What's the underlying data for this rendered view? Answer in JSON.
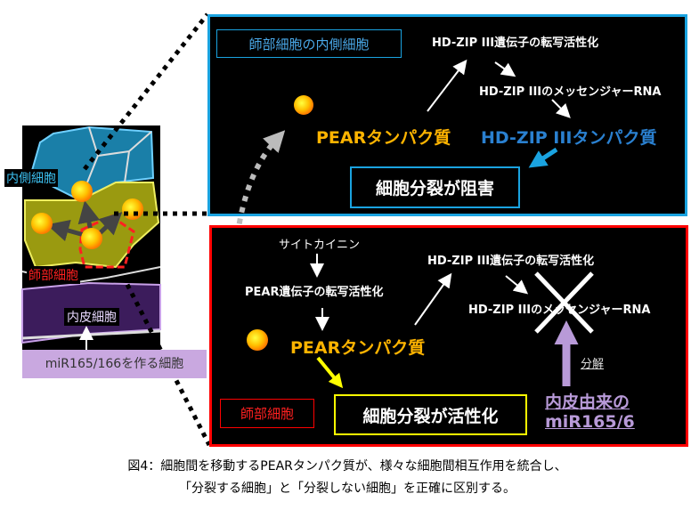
{
  "left_panel": {
    "inner_cell_label": "内側細胞",
    "phloem_cell_label": "師部細胞",
    "endodermis_label": "内皮細胞",
    "mir_cell_label": "miR165/166を作る細胞"
  },
  "top_box": {
    "title": "師部細胞の内側細胞",
    "hdzip_transcription": "HD-ZIP III遺伝子の転写活性化",
    "hdzip_mrna": "HD-ZIP IIIのメッセンジャーRNA",
    "pear_protein": "PEARタンパク質",
    "hdzip_protein": "HD-ZIP IIIタンパク質",
    "result": "細胞分裂が阻害"
  },
  "bottom_box": {
    "title": "師部細胞",
    "cytokinin": "サイトカイニン",
    "pear_transcription": "PEAR遺伝子の転写活性化",
    "pear_protein": "PEARタンパク質",
    "hdzip_transcription": "HD-ZIP III遺伝子の転写活性化",
    "hdzip_mrna": "HD-ZIP IIIのメッセンジャーRNA",
    "degradation": "分解",
    "mir_line1": "内皮由来の",
    "mir_line2": "miR165/6",
    "result": "細胞分裂が活性化"
  },
  "caption": {
    "line1": "図4：細胞間を移動するPEARタンパク質が、様々な細胞間相互作用を統合し、",
    "line2": "「分裂する細胞」と「分裂しない細胞」を正確に区別する。"
  },
  "colors": {
    "blue": "#1aa3e0",
    "red": "#ff0000",
    "orange": "#ffb400",
    "yellow": "#ffff00",
    "purple": "#b89ad8"
  }
}
